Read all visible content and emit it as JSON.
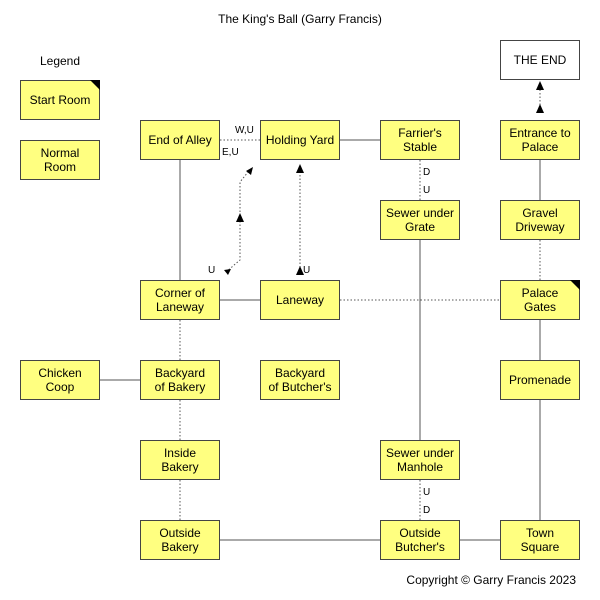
{
  "title": "The King's Ball (Garry Francis)",
  "legend": {
    "title": "Legend",
    "start_room": "Start Room",
    "normal_room": "Normal\nRoom"
  },
  "copyright": "Copyright © Garry Francis 2023",
  "rooms": {
    "end_of_alley": "End of Alley",
    "holding_yard": "Holding Yard",
    "farriers_stable": "Farrier's\nStable",
    "entrance_to_palace": "Entrance to\nPalace",
    "the_end": "THE END",
    "sewer_under_grate": "Sewer under\nGrate",
    "gravel_driveway": "Gravel\nDriveway",
    "corner_of_laneway": "Corner of\nLaneway",
    "laneway": "Laneway",
    "palace_gates": "Palace\nGates",
    "chicken_coop": "Chicken\nCoop",
    "backyard_of_bakery": "Backyard\nof Bakery",
    "backyard_of_butchers": "Backyard\nof Butcher's",
    "promenade": "Promenade",
    "inside_bakery": "Inside\nBakery",
    "sewer_under_manhole": "Sewer under\nManhole",
    "outside_bakery": "Outside\nBakery",
    "outside_butchers": "Outside\nButcher's",
    "town_square": "Town\nSquare"
  },
  "labels": {
    "alley_holding_top": "W,U",
    "alley_holding_bottom": "E,U",
    "stable_down": "D",
    "grate_up": "U",
    "corner_up": "U",
    "laneway_up": "U",
    "manhole_up": "U",
    "butchers_down": "D"
  }
}
